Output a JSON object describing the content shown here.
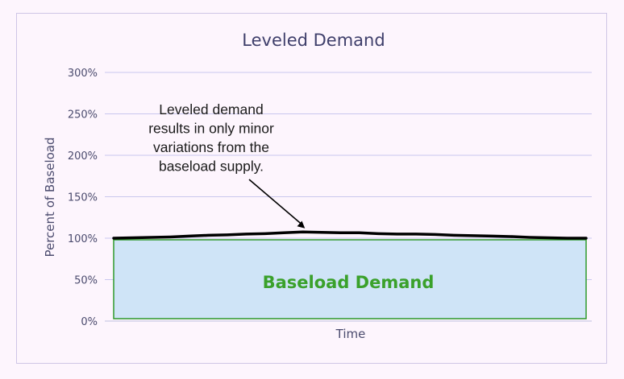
{
  "chart_data": {
    "type": "area",
    "title": "Leveled Demand",
    "xlabel": "Time",
    "ylabel": "Percent of Baseload",
    "ylim": [
      0,
      300
    ],
    "y_ticks": [
      0,
      50,
      100,
      150,
      200,
      250,
      300
    ],
    "y_tick_labels": [
      "0%",
      "50%",
      "100%",
      "150%",
      "200%",
      "250%",
      "300%"
    ],
    "grid": true,
    "legend": "none",
    "x": [
      0,
      0.04,
      0.08,
      0.12,
      0.16,
      0.2,
      0.24,
      0.28,
      0.32,
      0.36,
      0.4,
      0.44,
      0.48,
      0.52,
      0.56,
      0.6,
      0.64,
      0.68,
      0.72,
      0.76,
      0.8,
      0.84,
      0.88,
      0.92,
      0.96,
      1.0
    ],
    "series": [
      {
        "values": [
          100,
          100.5,
          101,
          101.5,
          102.5,
          103.5,
          104,
          105,
          105.5,
          106.5,
          107.5,
          107,
          106.5,
          106.5,
          105.5,
          105,
          105,
          104.5,
          103.5,
          103,
          102.5,
          102,
          101,
          100.5,
          100,
          100
        ]
      }
    ],
    "baseload": {
      "label": "Baseload Demand",
      "value": 100
    },
    "annotation": {
      "lines": [
        "Leveled demand",
        "results in only minor",
        "variations from the",
        "baseload supply."
      ],
      "points_to_x": 0.41,
      "points_to_y": 108
    },
    "colors": {
      "line": "#000000",
      "baseload_fill": "#cfe4f7",
      "baseload_border": "#2e9a2a",
      "baseload_text": "#3aa12b",
      "grid": "#c9c7ee",
      "axis": "#c0bfe0"
    }
  }
}
